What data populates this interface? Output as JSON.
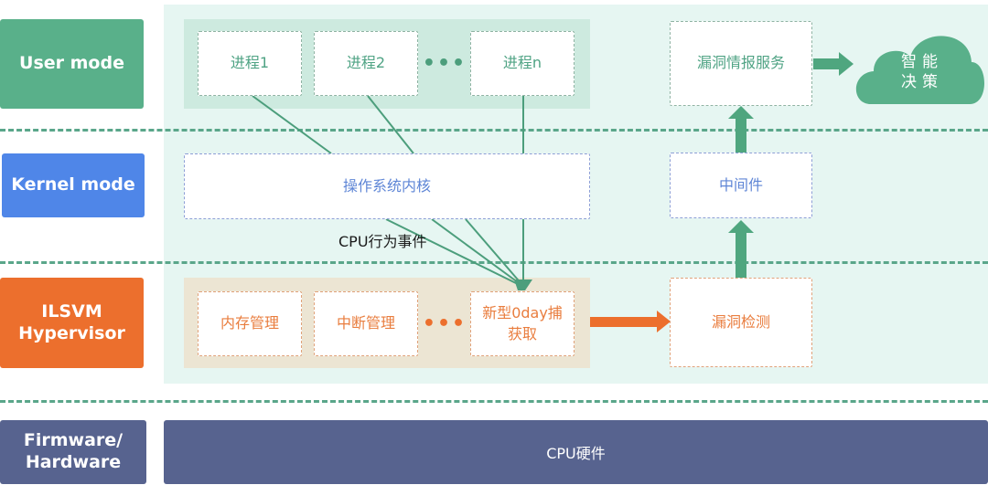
{
  "layers": {
    "user": {
      "label": "User mode",
      "color": "#59b08a"
    },
    "kernel": {
      "label": "Kernel mode",
      "color": "#4f86e8"
    },
    "hypervisor": {
      "label_line1": "ILSVM",
      "label_line2": "Hypervisor",
      "color": "#ec6f2d"
    },
    "hardware": {
      "label_line1": "Firmware/",
      "label_line2": "Hardware",
      "color": "#57638f"
    }
  },
  "user_mode": {
    "processes": [
      "进程1",
      "进程2",
      "进程n"
    ],
    "ellipsis": "•••",
    "vuln_intel_service": "漏洞情报服务",
    "cloud_line1": "智能",
    "cloud_line2": "决策"
  },
  "kernel_mode": {
    "os_kernel": "操作系统内核",
    "middleware": "中间件",
    "event_label": "CPU行为事件"
  },
  "hypervisor": {
    "modules": [
      "内存管理",
      "中断管理"
    ],
    "ellipsis": "•••",
    "capture_line1": "新型0day捕",
    "capture_line2": "获取",
    "vuln_detection": "漏洞检测"
  },
  "hardware": {
    "cpu": "CPU硬件"
  },
  "colors": {
    "green": "#59b08a",
    "green_line": "#4c9e7c",
    "orange": "#ec6f2d",
    "blue_text": "#5f86d6"
  }
}
